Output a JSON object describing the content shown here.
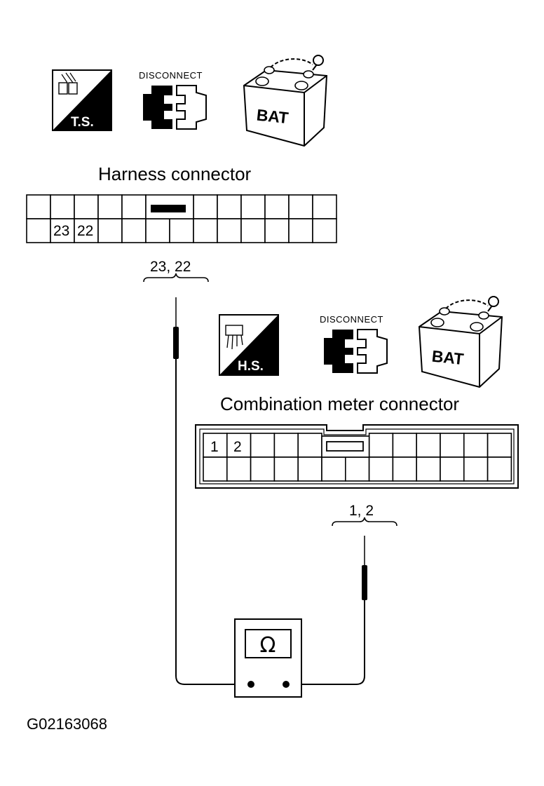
{
  "icons": {
    "test_harness": "T.S.",
    "harness_side": "H.S.",
    "disconnect": "DISCONNECT",
    "battery": "BAT",
    "ohmmeter": "Ω"
  },
  "harness_connector": {
    "title": "Harness connector",
    "pins": [
      "23",
      "22"
    ],
    "probe_label": "23, 22"
  },
  "combination_meter_connector": {
    "title": "Combination meter connector",
    "pins": [
      "1",
      "2"
    ],
    "probe_label": "1, 2"
  },
  "figure_code": "G02163068"
}
